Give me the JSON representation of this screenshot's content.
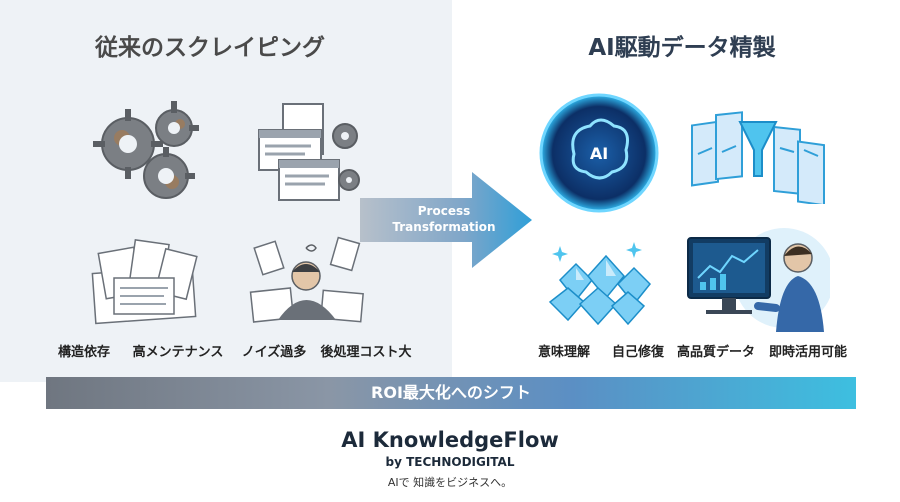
{
  "left_panel": {
    "heading": "従来のスクレイピング",
    "labels": [
      "構造依存",
      "高メンテナンス",
      "ノイズ過多",
      "後処理コスト大"
    ]
  },
  "right_panel": {
    "heading": "AI駆動データ精製",
    "ai_badge": "AI",
    "labels": [
      "意味理解",
      "自己修復",
      "高品質データ",
      "即時活用可能"
    ]
  },
  "arrow": {
    "line1": "Process",
    "line2": "Transformation"
  },
  "roi_bar": {
    "label": "ROI最大化へのシフト"
  },
  "brand": {
    "name": "AI KnowledgeFlow",
    "by": "by TECHNODIGITAL",
    "tagline": "AIで 知識をビジネスへ。"
  },
  "colors": {
    "accent_blue": "#2f9fd8",
    "arrow_gray": "#9aa3ad",
    "roi_end": "#3dbfe0"
  },
  "icons": [
    "rusty-gears-icon",
    "document-gears-icon",
    "paper-stack-icon",
    "stressed-worker-icon",
    "ai-brain-icon",
    "data-funnel-icon",
    "crystals-icon",
    "analyst-dashboard-icon"
  ]
}
